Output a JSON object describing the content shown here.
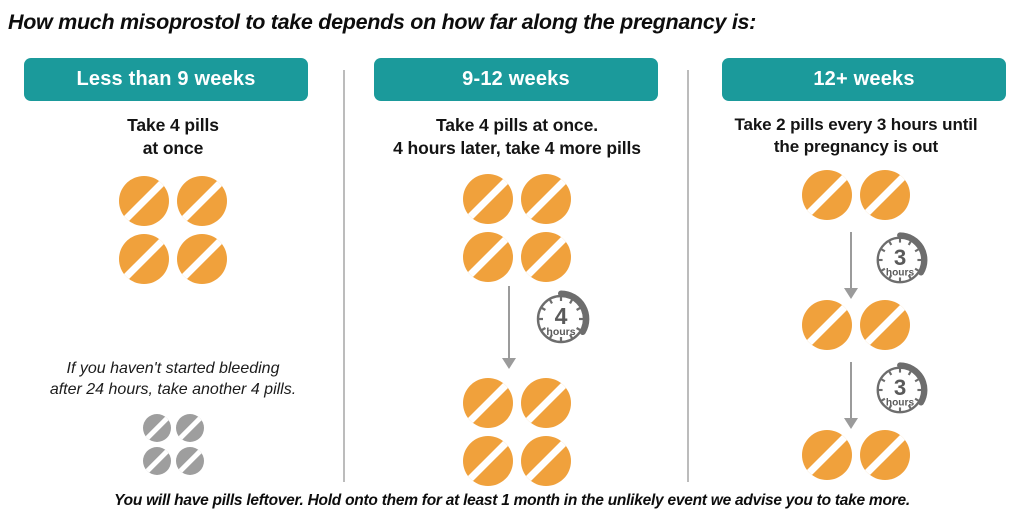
{
  "title": "How much misoprostol to take depends on how far along the pregnancy is:",
  "colors": {
    "teal": "#1b9a9b",
    "pill_orange": "#f0a13c",
    "pill_grey": "#9e9e9e",
    "arrow_grey": "#9b9b9b",
    "clock_grey": "#6d6d6d",
    "divider_grey": "#bcbcbc",
    "text_black": "#0d0d0d",
    "background": "#ffffff"
  },
  "columns": [
    {
      "header": "Less than 9 weeks",
      "instruction": "Take 4 pills at once",
      "instruction_lines": [
        "Take 4 pills",
        "at once"
      ],
      "pill_groups": [
        {
          "count": 4,
          "columns": 2,
          "color": "orange"
        }
      ],
      "note": "If you haven't started bleeding after 24 hours, take another 4 pills.",
      "note_lines": [
        "If you haven't started bleeding",
        "after 24 hours, take another 4 pills."
      ],
      "note_pills": {
        "count": 4,
        "columns": 2,
        "color": "grey"
      },
      "clocks": []
    },
    {
      "header": "9-12 weeks",
      "instruction": "Take 4 pills at once. 4 hours later, take 4 more pills",
      "instruction_lines": [
        "Take 4 pills at once.",
        "4 hours later, take 4 more pills"
      ],
      "pill_groups": [
        {
          "count": 4,
          "columns": 2,
          "color": "orange"
        },
        {
          "count": 4,
          "columns": 2,
          "color": "orange"
        }
      ],
      "clocks": [
        {
          "value": "4",
          "unit": "hours"
        }
      ],
      "arrows": 1
    },
    {
      "header": "12+ weeks",
      "instruction": "Take 2 pills every 3 hours until the pregnancy is out",
      "instruction_lines": [
        "Take 2 pills every 3 hours until",
        "the pregnancy is out"
      ],
      "pill_groups": [
        {
          "count": 2,
          "columns": 2,
          "color": "orange"
        },
        {
          "count": 2,
          "columns": 2,
          "color": "orange"
        },
        {
          "count": 2,
          "columns": 2,
          "color": "orange"
        }
      ],
      "clocks": [
        {
          "value": "3",
          "unit": "hours"
        },
        {
          "value": "3",
          "unit": "hours"
        }
      ],
      "arrows": 2
    }
  ],
  "footer": "You will have pills leftover. Hold onto them for at least 1 month in the unlikely event we advise you to take more."
}
